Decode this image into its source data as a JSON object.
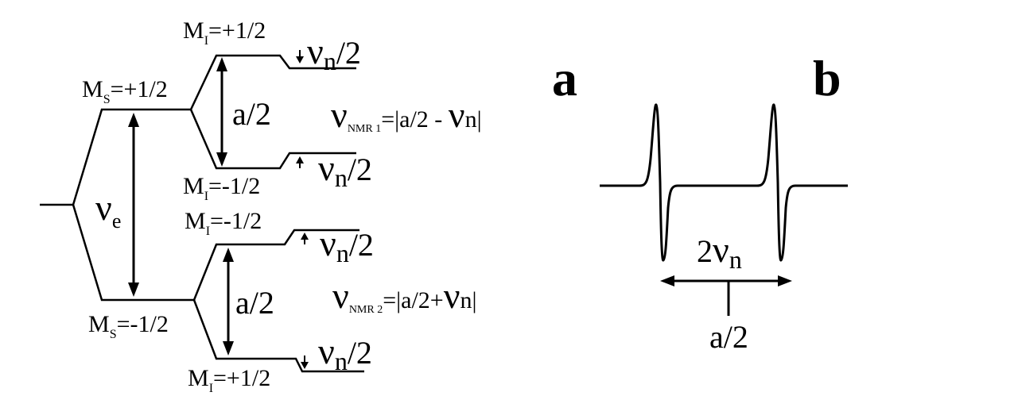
{
  "panels": {
    "a": "a",
    "b": "b"
  },
  "greek_nu": "ν",
  "labels": {
    "ms_plus": {
      "main": "M",
      "sub": "S",
      "val": "=+1/2"
    },
    "ms_minus": {
      "main": "M",
      "sub": "S",
      "val": "=-1/2"
    },
    "mi_plus_top": {
      "main": "M",
      "sub": "I",
      "val": "=+1/2"
    },
    "mi_minus_top": {
      "main": "M",
      "sub": "I",
      "val": "=-1/2"
    },
    "mi_minus_bot": {
      "main": "M",
      "sub": "I",
      "val": "=-1/2"
    },
    "mi_plus_bot": {
      "main": "M",
      "sub": "I",
      "val": "=+1/2"
    },
    "nu_e_sub": "e",
    "a_half_top": "a/2",
    "a_half_bot": "a/2",
    "nu_n_sub": "n",
    "over2": "/2",
    "nmr1": {
      "sub": "NMR 1",
      "eq": "=|a/2 - ",
      "end": "n|"
    },
    "nmr2": {
      "sub": "NMR 2",
      "eq": "=|a/2+",
      "end": "n|"
    },
    "two_nu_n": {
      "pre": "2",
      "sub": "n"
    },
    "spectrum_center": "a/2"
  }
}
